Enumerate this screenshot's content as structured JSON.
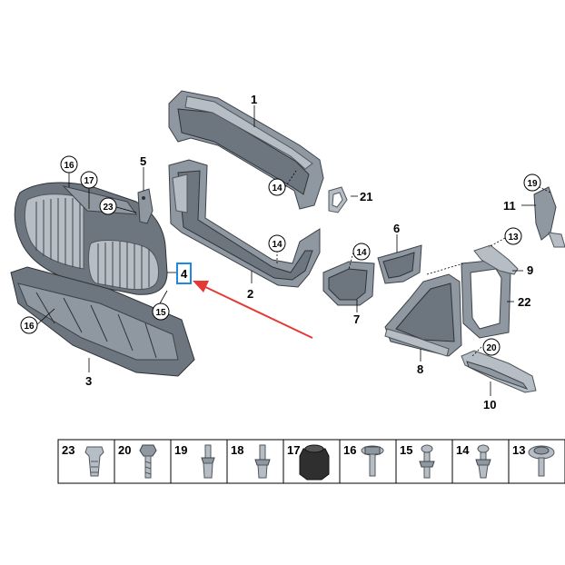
{
  "callouts": {
    "c1": "1",
    "c2": "2",
    "c3": "3",
    "c4": "4",
    "c5": "5",
    "c6": "6",
    "c7": "7",
    "c8": "8",
    "c9": "9",
    "c10": "10",
    "c11": "11",
    "c21": "21",
    "c22": "22"
  },
  "circled": {
    "c16a": "16",
    "c17": "17",
    "c23": "23",
    "c15": "15",
    "c16b": "16",
    "c14a": "14",
    "c14b": "14",
    "c14c": "14",
    "c13": "13",
    "c19": "19",
    "c20": "20"
  },
  "hardware_row": [
    "23",
    "20",
    "19",
    "18",
    "17",
    "16",
    "15",
    "14",
    "13"
  ],
  "colors": {
    "highlight": "#1e88e5",
    "arrow": "#e53935",
    "part": "#8f98a1"
  }
}
